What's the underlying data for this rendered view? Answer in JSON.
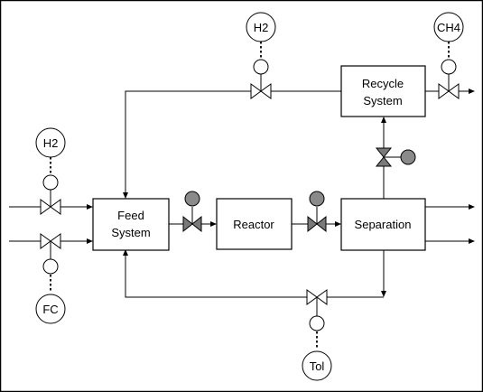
{
  "units": {
    "feed_system": [
      "Feed",
      "System"
    ],
    "reactor": "Reactor",
    "separation": "Separation",
    "recycle_system": [
      "Recycle",
      "System"
    ]
  },
  "controllers": {
    "h2_top": "H2",
    "ch4": "CH4",
    "h2_left": "H2",
    "fc": "FC",
    "tol": "Tol"
  },
  "colors": {
    "line": "#000000",
    "actuator": "#8a8a8a",
    "filled_valve": "#7a7a7a",
    "background": "#ffffff"
  }
}
